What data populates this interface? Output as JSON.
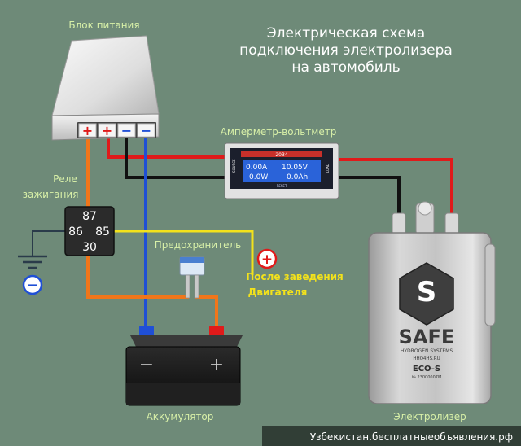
{
  "title": {
    "line1": "Электрическая схема",
    "line2": "подключения электролизера",
    "line3": "на автомобиль"
  },
  "labels": {
    "power_supply": "Блок питания",
    "ammeter": "Амперметр-вольтметр",
    "relay_line1": "Реле",
    "relay_line2": "зажигания",
    "fuse": "Предохранитель",
    "ignition_line1": "После заведения",
    "ignition_line2": "Двигателя",
    "battery": "Аккумулятор",
    "electrolyzer": "Электролизер",
    "watermark": "Узбекистан.бесплатныеобъявления.рф"
  },
  "relay": {
    "pin_87": "87",
    "pin_86": "86",
    "pin_85": "85",
    "pin_30": "30"
  },
  "power_supply": {
    "term1": "+",
    "term2": "+",
    "term3": "−",
    "term4": "−"
  },
  "meter": {
    "top": "2034",
    "v1": "0.00A",
    "v2": "10.05V",
    "v3": "0.0W",
    "v4": "0.0Ah",
    "left": "SOURCE",
    "right": "LOAD",
    "bottom": "RESET"
  },
  "battery": {
    "minus": "−",
    "plus": "+"
  },
  "symbols": {
    "plus": "+",
    "minus": "−"
  },
  "electrolyzer": {
    "brand": "SAFE",
    "sub": "HYDROGEN SYSTEMS",
    "site": "HHO4HS.RU",
    "model": "ECO-S",
    "serial": "№ 23000007M"
  },
  "colors": {
    "background": "#6e8a78",
    "wire_red": "#e01a1a",
    "wire_black": "#111111",
    "wire_blue": "#1f4fd6",
    "wire_orange": "#f0761a",
    "wire_yellow": "#f3e21b",
    "label": "#d8f0a8",
    "title": "#ffffff"
  }
}
